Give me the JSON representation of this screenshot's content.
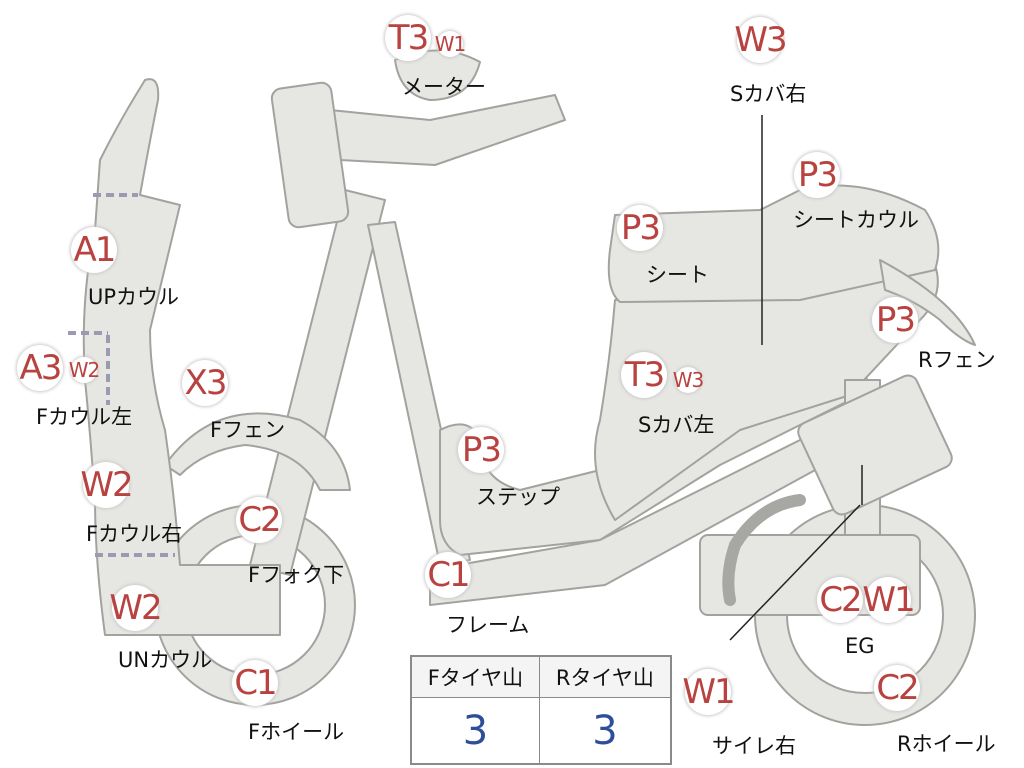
{
  "badges": [
    {
      "code": "T3",
      "size": "lg"
    },
    {
      "code": "W1",
      "size": "sm"
    },
    {
      "code": "W3",
      "size": "lg"
    },
    {
      "code": "P3",
      "size": "lg"
    },
    {
      "code": "P3",
      "size": "lg"
    },
    {
      "code": "P3",
      "size": "lg"
    },
    {
      "code": "A1",
      "size": "lg"
    },
    {
      "code": "A3",
      "size": "lg"
    },
    {
      "code": "W2",
      "size": "sm"
    },
    {
      "code": "X3",
      "size": "lg"
    },
    {
      "code": "T3",
      "size": "lg"
    },
    {
      "code": "W3",
      "size": "sm"
    },
    {
      "code": "P3",
      "size": "lg"
    },
    {
      "code": "W2",
      "size": "lg"
    },
    {
      "code": "C2",
      "size": "lg"
    },
    {
      "code": "W2",
      "size": "lg"
    },
    {
      "code": "C1",
      "size": "lg"
    },
    {
      "code": "C1",
      "size": "lg"
    },
    {
      "code": "C2",
      "size": "lg"
    },
    {
      "code": "W1",
      "size": "lg"
    },
    {
      "code": "C2",
      "size": "lg"
    },
    {
      "code": "W1",
      "size": "lg"
    }
  ],
  "labels": {
    "meter": "メーター",
    "s_cover_right": "Sカバ右",
    "seat_cowl": "シートカウル",
    "seat": "シート",
    "up_cowl": "UPカウル",
    "r_fender": "Rフェン",
    "f_cowl_left": "Fカウル左",
    "f_fender": "Fフェン",
    "s_cover_left": "Sカバ左",
    "step": "ステップ",
    "f_cowl_right": "Fカウル右",
    "f_fork_lower": "Fフォク下",
    "frame": "フレーム",
    "eg": "EG",
    "un_cowl": "UNカウル",
    "f_wheel": "Fホイール",
    "r_wheel": "Rホイール",
    "muffler_right": "サイレ右"
  },
  "tread_table": {
    "headers": [
      "Fタイヤ山",
      "Rタイヤ山"
    ],
    "values": [
      "3",
      "3"
    ]
  },
  "colors": {
    "part_fill": "#e6e6e2",
    "part_stroke": "#9a9a96",
    "code_red": "#b8423f",
    "value_blue": "#2d4f9a"
  }
}
